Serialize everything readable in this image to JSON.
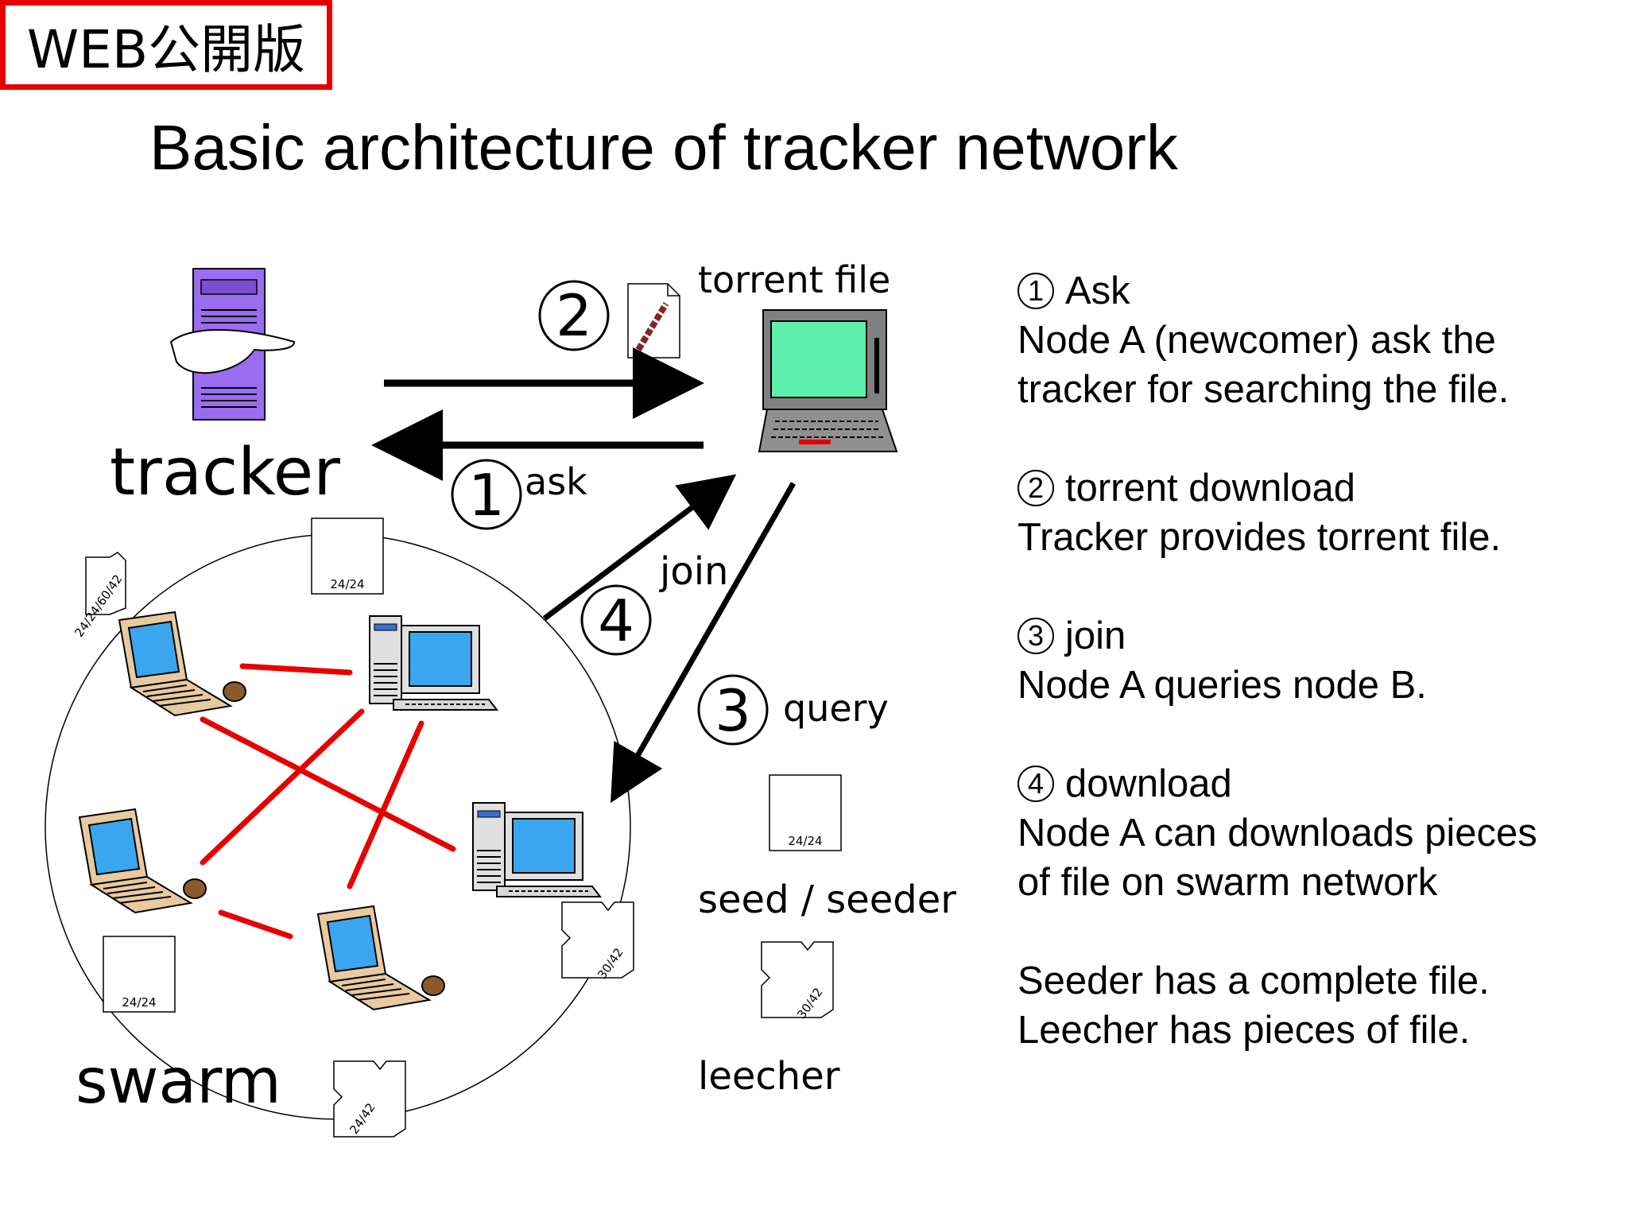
{
  "badge": "WEB公開版",
  "title": "Basic architecture of tracker network",
  "diagram": {
    "tracker_label": "tracker",
    "torrent_file_label": "torrent file",
    "swarm_label": "swarm",
    "seed_label": "seed / seeder",
    "leecher_label": "leecher",
    "step1_num": "1",
    "step1_label": "ask",
    "step2_num": "2",
    "step3_num": "3",
    "step3_label": "query",
    "step4_num": "4",
    "step4_label": "join",
    "piece_full": "24/24",
    "piece_partial_a": "24/24/60/42",
    "piece_partial_b": "30/42",
    "piece_partial_c": "24/42"
  },
  "legend": [
    {
      "num": "1",
      "title": "Ask",
      "lines": [
        "Node A (newcomer) ask the",
        "tracker for searching the file."
      ]
    },
    {
      "num": "2",
      "title": "torrent download",
      "lines": [
        "Tracker provides torrent file."
      ]
    },
    {
      "num": "3",
      "title": "join",
      "lines": [
        "Node A queries node B."
      ]
    },
    {
      "num": "4",
      "title": "download",
      "lines": [
        "Node A can downloads pieces",
        "of file on swarm network"
      ]
    }
  ],
  "note": [
    "Seeder has a complete file.",
    "Leecher has pieces of file."
  ],
  "colors": {
    "badge_border": "#e60000",
    "link": "#e60000",
    "arrow": "#000000",
    "server": "#9b6cf0",
    "screen_green": "#5ff0b0",
    "screen_blue": "#3aa6f0",
    "laptop_beige": "#e8c9a0"
  }
}
